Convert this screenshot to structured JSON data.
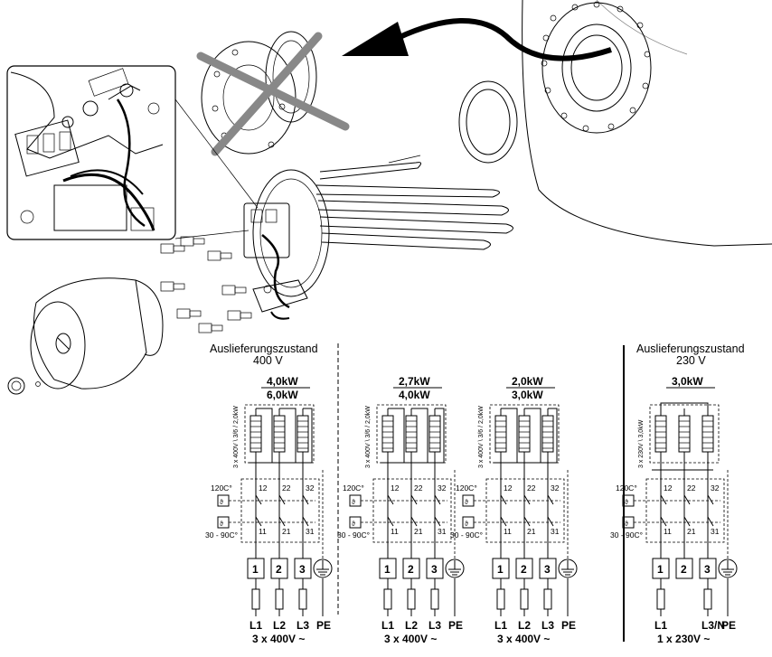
{
  "delivery_label": "Auslieferungszustand",
  "diagrams": [
    {
      "id": "d400",
      "header": "Auslieferungszustand",
      "voltage": "400 V",
      "power_top": "4,0kW",
      "power_bottom": "6,0kW",
      "rotated_label": "3 x 400V \\ 3/6 / 2,0kW",
      "temp_top": "120C°",
      "temp_bottom": "30 - 90C°",
      "contacts_top": [
        "12",
        "22",
        "32"
      ],
      "contacts_bottom": [
        "11",
        "21",
        "31"
      ],
      "terminals": [
        "1",
        "2",
        "3"
      ],
      "lines": [
        "L1",
        "L2",
        "L3",
        "PE"
      ],
      "supply": "3 x 400V ~"
    },
    {
      "id": "d27",
      "power_top": "2,7kW",
      "power_bottom": "4,0kW",
      "rotated_label": "3 x 400V \\ 3/6 / 2,0kW",
      "temp_top": "120C°",
      "temp_bottom": "30 - 90C°",
      "contacts_top": [
        "12",
        "22",
        "32"
      ],
      "contacts_bottom": [
        "11",
        "21",
        "31"
      ],
      "terminals": [
        "1",
        "2",
        "3"
      ],
      "lines": [
        "L1",
        "L2",
        "L3",
        "PE"
      ],
      "supply": "3 x 400V ~"
    },
    {
      "id": "d20",
      "power_top": "2,0kW",
      "power_bottom": "3,0kW",
      "rotated_label": "3 x 400V \\ 3/6 / 2,0kW",
      "temp_top": "120C°",
      "temp_bottom": "30 - 90C°",
      "contacts_top": [
        "12",
        "22",
        "32"
      ],
      "contacts_bottom": [
        "11",
        "21",
        "31"
      ],
      "terminals": [
        "1",
        "2",
        "3"
      ],
      "lines": [
        "L1",
        "L2",
        "L3",
        "PE"
      ],
      "supply": "3 x 400V ~"
    },
    {
      "id": "d230",
      "header": "Auslieferungszustand",
      "voltage": "230 V",
      "power_top": "3,0kW",
      "rotated_label": "3 x 230V \\ 3,0kW",
      "temp_top": "120C°",
      "temp_bottom": "30 - 90C°",
      "contacts_top": [
        "12",
        "22",
        "32"
      ],
      "contacts_bottom": [
        "11",
        "21",
        "31"
      ],
      "terminals": [
        "1",
        "2",
        "3"
      ],
      "lines": [
        "L1",
        "L3/N",
        "PE"
      ],
      "supply": "1 x 230V ~"
    }
  ],
  "colors": {
    "line": "#000000",
    "cross": "#888888",
    "background": "#ffffff"
  },
  "icons": [
    "arrow-icon",
    "cross-out-icon",
    "ground-symbol-icon",
    "fuse-icon",
    "heater-element-icon",
    "thermostat-icon"
  ]
}
